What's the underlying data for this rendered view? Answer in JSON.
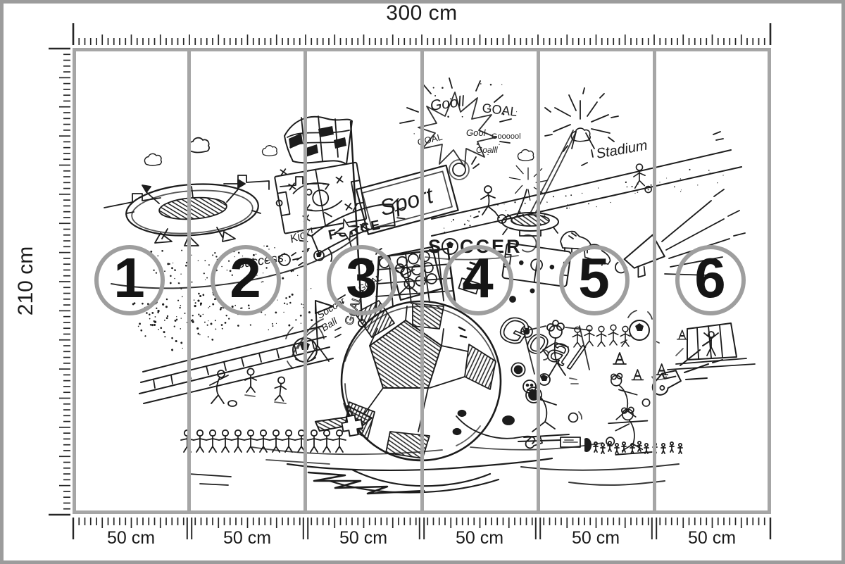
{
  "product": {
    "type": "wall-mural-dimension-diagram",
    "panel_count": 6
  },
  "rulers": {
    "top_label": "300 cm",
    "left_label": "210 cm"
  },
  "panels": [
    {
      "number": "1",
      "width_label": "50 cm"
    },
    {
      "number": "2",
      "width_label": "50 cm"
    },
    {
      "number": "3",
      "width_label": "50 cm"
    },
    {
      "number": "4",
      "width_label": "50 cm"
    },
    {
      "number": "5",
      "width_label": "50 cm"
    },
    {
      "number": "6",
      "width_label": "50 cm"
    }
  ],
  "colors": {
    "background": "#ffffff",
    "frame": "#9c9c9c",
    "panel_border": "#a6a6a6",
    "divider": "#a6a6a6",
    "circle_ring": "#9e9e9e",
    "text": "#1a1a1a",
    "ink": "#1c1c1c"
  },
  "illustration": {
    "theme": "hand-drawn soccer doodle mural",
    "labels": {
      "success": "Success",
      "kick": "Kick!",
      "force": "FORCE",
      "sport": "Sport",
      "soccer": "SOCCER",
      "stadium": "Stadium",
      "soccer_ball_1": "Soccer",
      "soccer_ball_2": "Ball",
      "goal_vertical": "GoALL",
      "goal_small": "GOAL",
      "goal_bubble": "Goal",
      "goal_words": [
        "Gooll",
        "GOAL",
        "Gool",
        "Goooool",
        "Goalll"
      ]
    }
  }
}
